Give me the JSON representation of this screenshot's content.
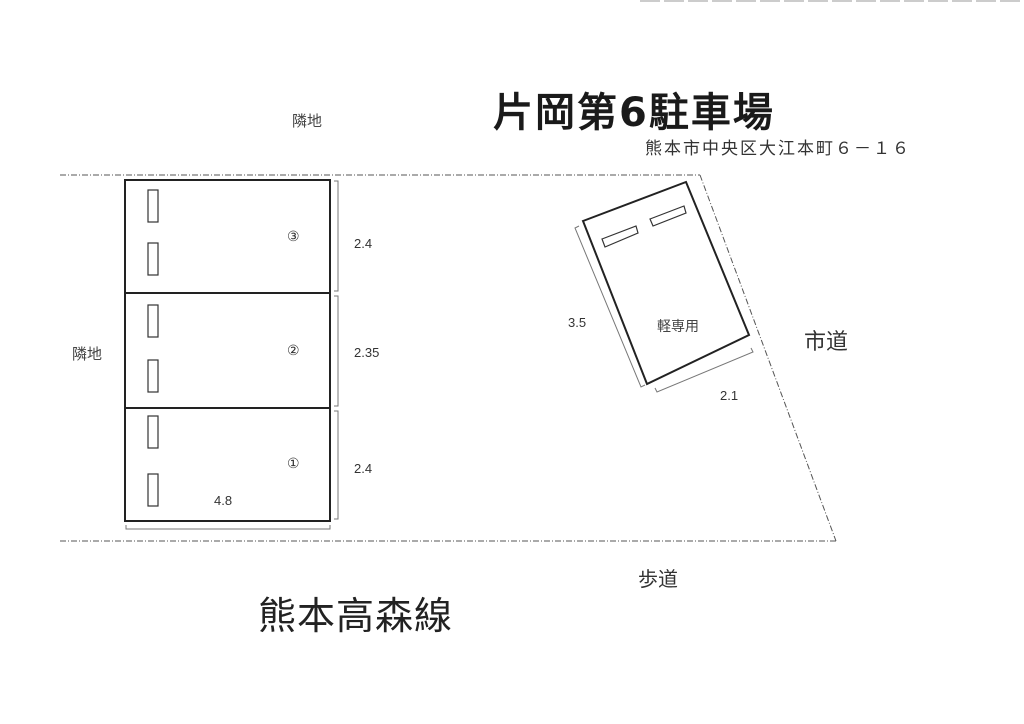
{
  "title": "片岡第6駐車場",
  "address": "熊本市中央区大江本町６－１６",
  "neighbor_top": "隣地",
  "neighbor_left": "隣地",
  "city_road": "市道",
  "sidewalk": "歩道",
  "main_road": "熊本高森線",
  "stalls": [
    {
      "label": "③",
      "width": "2.4"
    },
    {
      "label": "②",
      "width": "2.35"
    },
    {
      "label": "①",
      "width": "2.4"
    }
  ],
  "stall_length": "4.8",
  "kei_stall": {
    "label": "軽専用",
    "length": "3.5",
    "width": "2.1"
  }
}
